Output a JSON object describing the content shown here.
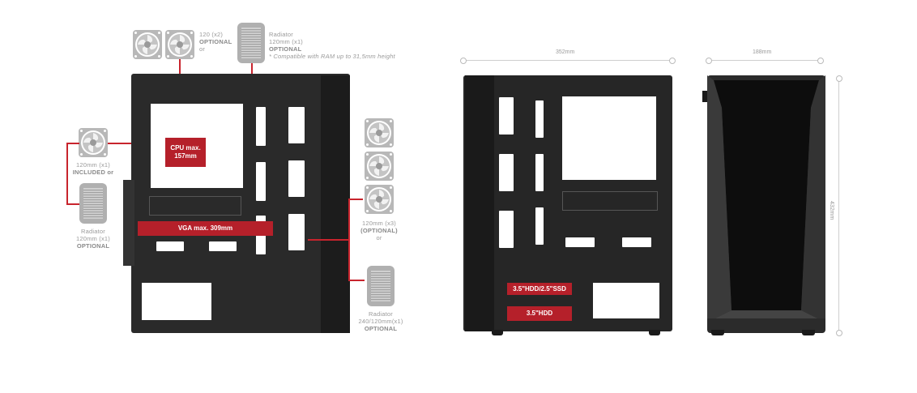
{
  "labels": {
    "top_fan": {
      "line1": "120 (x2)",
      "line2": "OPTIONAL",
      "line3": "or"
    },
    "top_radiator": {
      "line1": "Radiator",
      "line2": "120mm (x1)",
      "line3": "OPTIONAL",
      "line4": "* Compatible with RAM up to 31,5mm height"
    },
    "left_fan": {
      "line1": "120mm (x1)",
      "line2": "INCLUDED or"
    },
    "left_radiator": {
      "line1": "Radiator",
      "line2": "120mm (x1)",
      "line3": "OPTIONAL"
    },
    "front_fans": {
      "line1": "120mm (x3)",
      "line2": "(OPTIONAL)",
      "line3": "or"
    },
    "front_radiator": {
      "line1": "Radiator",
      "line2": "240/120mm(x1)",
      "line3": "OPTIONAL"
    },
    "cpu": {
      "line1": "CPU max.",
      "line2": "157mm"
    },
    "vga": "VGA max. 309mm",
    "hdd_ssd": "3.5\"HDD/2.5\"SSD",
    "hdd": "3.5\"HDD"
  },
  "dimensions": {
    "length": "352mm",
    "width": "188mm",
    "height": "432mm"
  },
  "colors": {
    "accent_red": "#b5202a",
    "line_red": "#c8242d",
    "case_black": "#222222",
    "icon_gray": "#b5b5b5"
  }
}
